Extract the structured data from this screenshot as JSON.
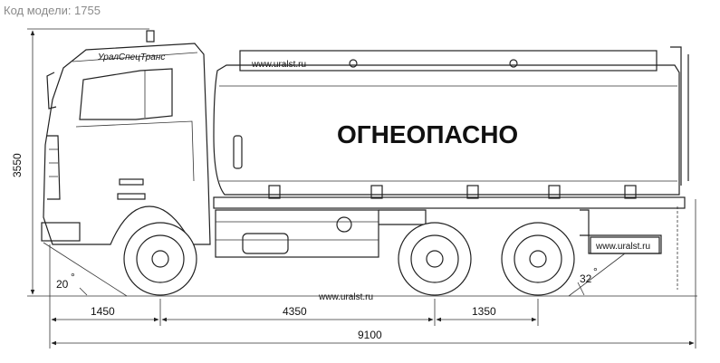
{
  "header": {
    "model_code": "Код модели: 1755"
  },
  "tank": {
    "website_label": "www.uralst.ru",
    "warning_label": "ОГНЕОПАСНО"
  },
  "cab": {
    "brand_logo": "УралСпецТранс"
  },
  "rear_plate": {
    "website_label": "www.uralst.ru"
  },
  "ground_watermark": "www.uralst.ru",
  "dimensions": {
    "height": "3550",
    "front_overhang": "1450",
    "wheelbase_front": "4350",
    "wheelbase_rear": "1350",
    "overall_length": "9100",
    "approach_angle": "20",
    "departure_angle": "32"
  }
}
